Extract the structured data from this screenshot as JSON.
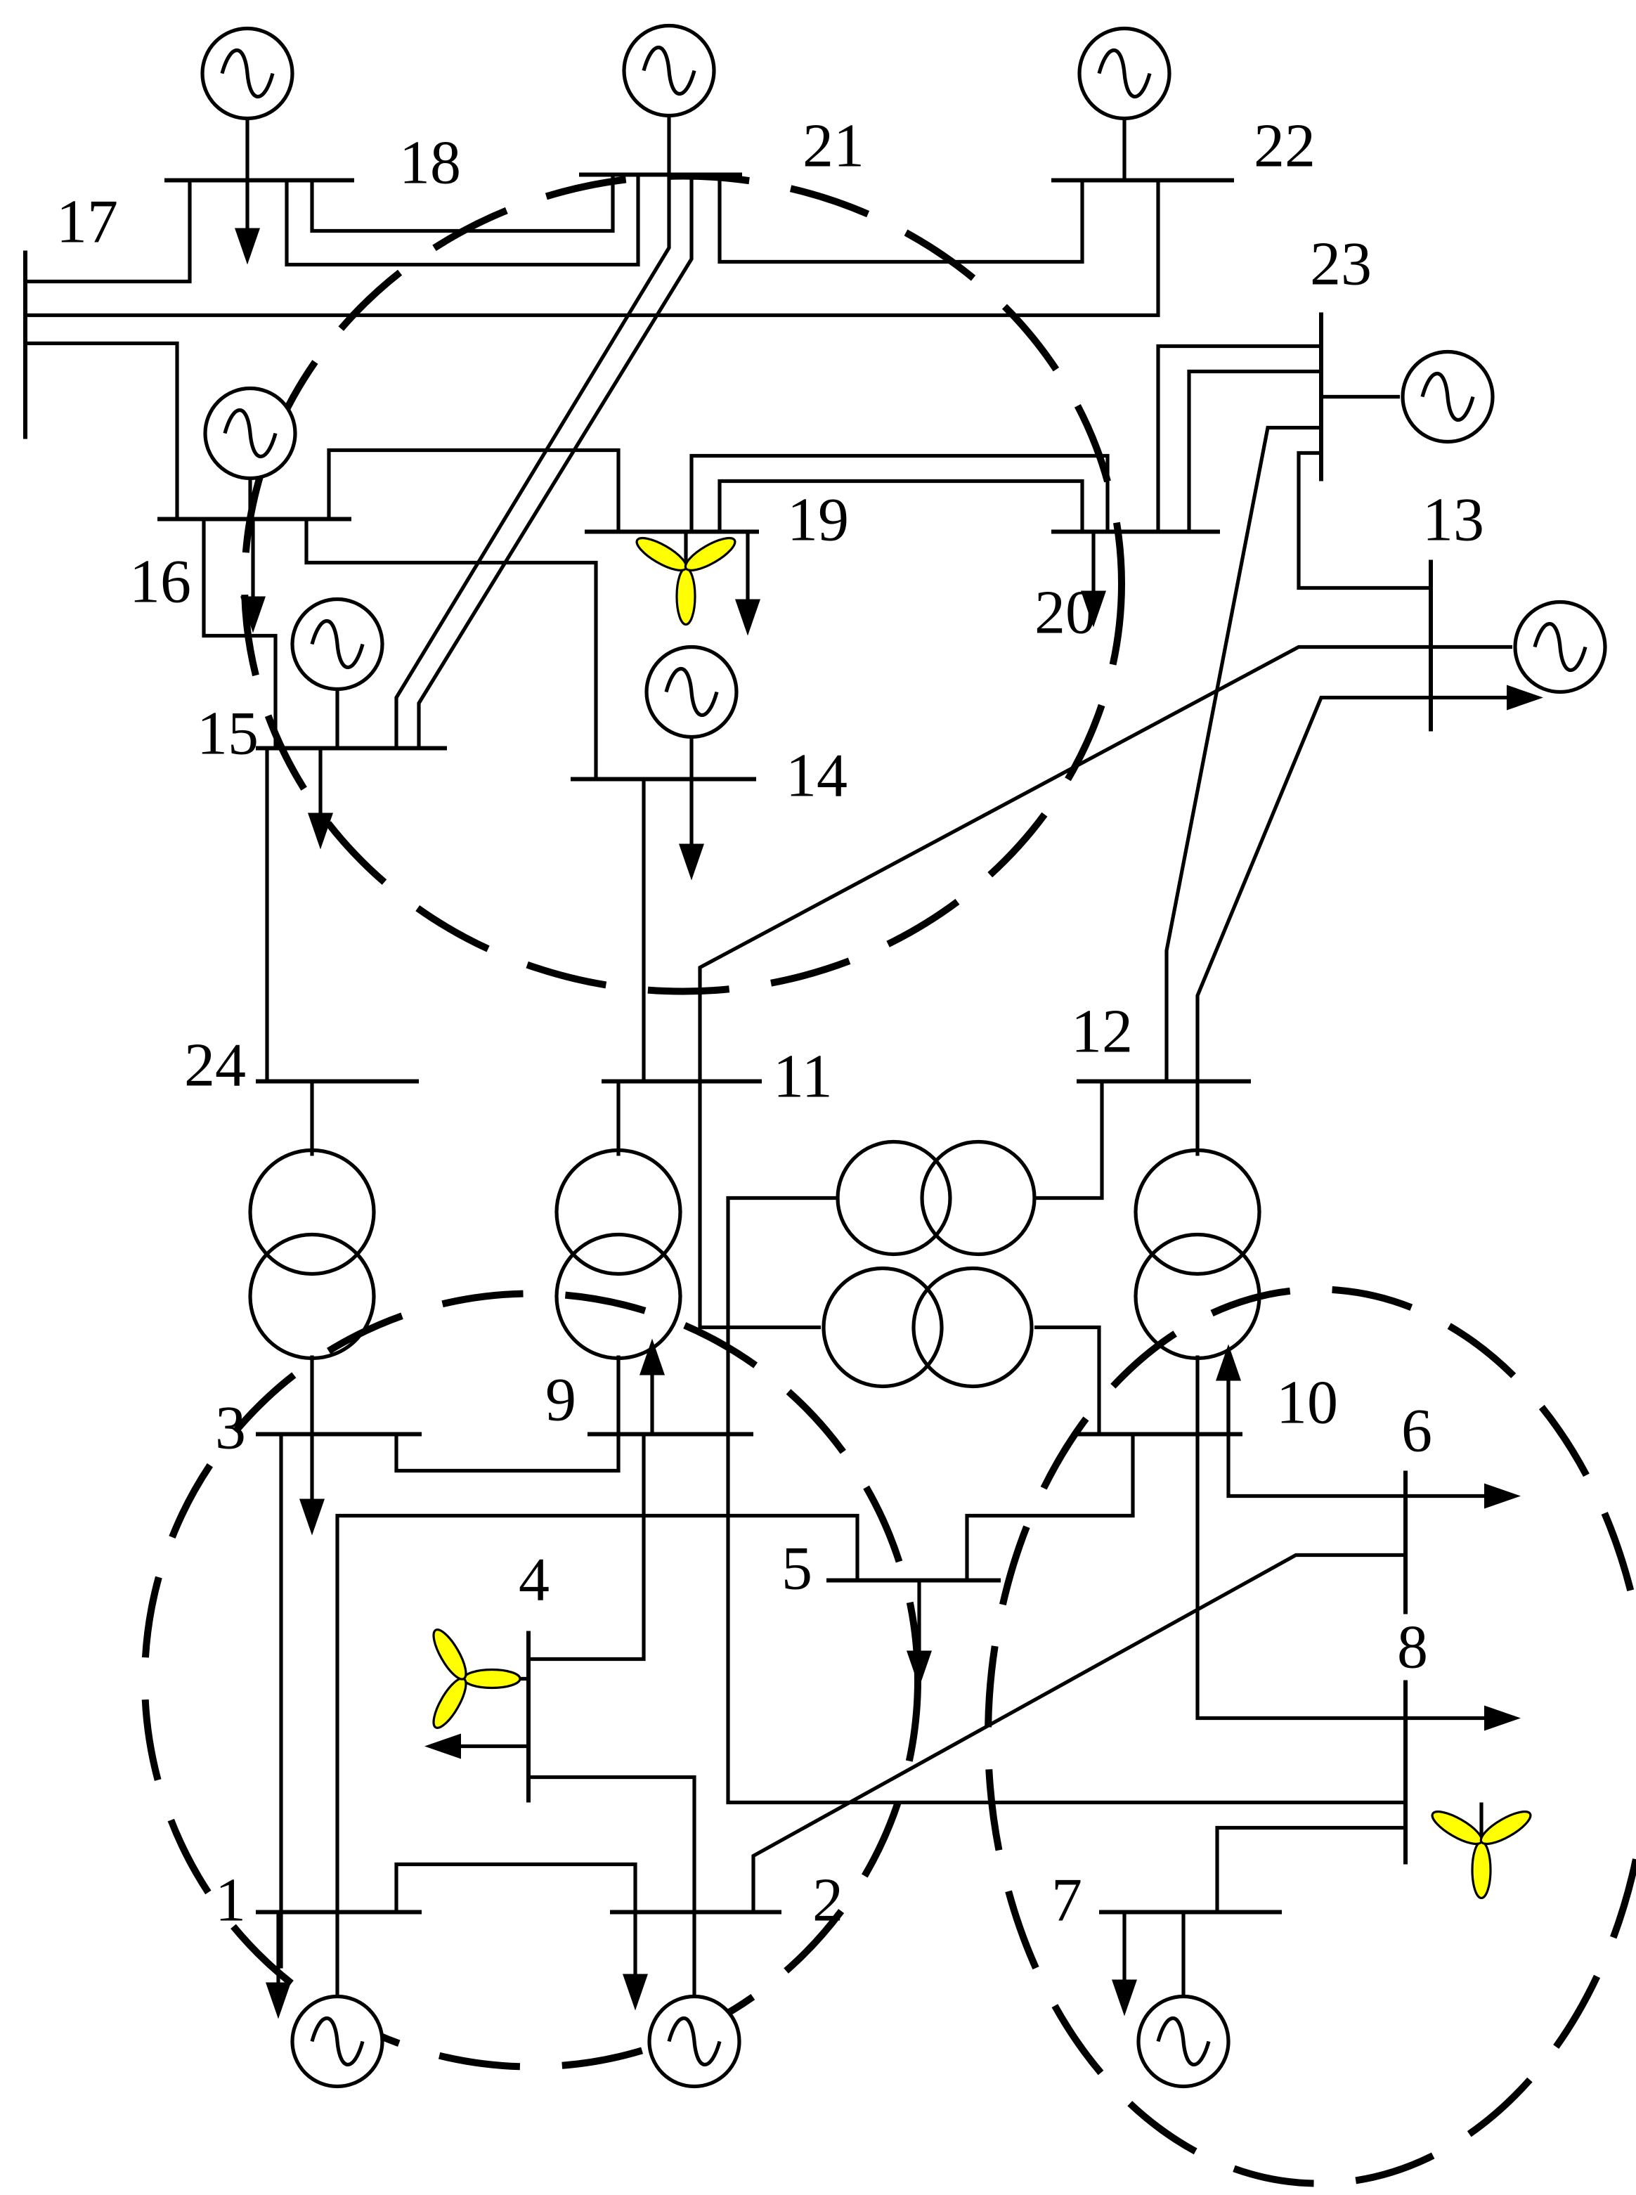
{
  "diagram": {
    "bus_labels": {
      "b1": "1",
      "b2": "2",
      "b3": "3",
      "b4": "4",
      "b5": "5",
      "b6": "6",
      "b7": "7",
      "b8": "8",
      "b9": "9",
      "b10": "10",
      "b11": "11",
      "b12": "12",
      "b13": "13",
      "b14": "14",
      "b15": "15",
      "b16": "16",
      "b17": "17",
      "b18": "18",
      "b19": "19",
      "b20": "20",
      "b21": "21",
      "b22": "22",
      "b23": "23",
      "b24": "24"
    },
    "colors": {
      "line": "#000000",
      "wind_turbine": "#ffff00",
      "background": "#ffffff"
    }
  }
}
